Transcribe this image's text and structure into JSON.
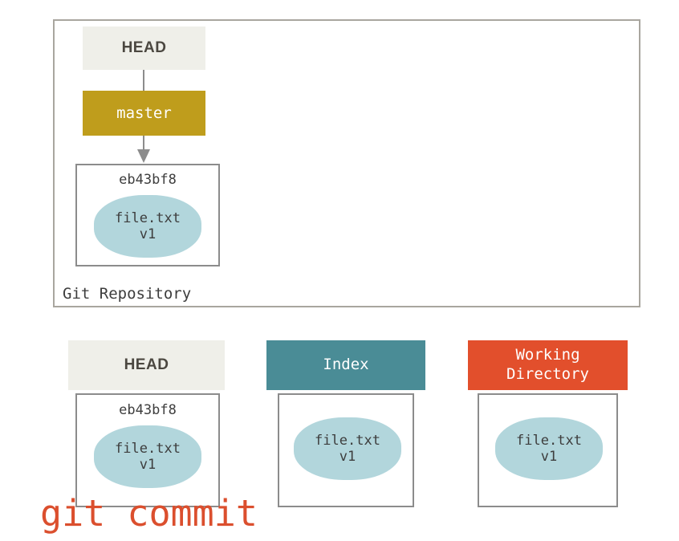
{
  "colors": {
    "frame_border": "#a9a69f",
    "box_border": "#8c8c8c",
    "head_fill": "#efefe9",
    "branch_fill": "#bf9d1c",
    "index_fill": "#4a8c96",
    "working_fill": "#e24f2c",
    "blob_fill": "#b2d6dc",
    "text_dark": "#3d3d3d",
    "caption": "#db4f2e"
  },
  "repository": {
    "label": "Git Repository",
    "head_pointer": {
      "label": "HEAD"
    },
    "branch": {
      "label": "master"
    },
    "commit": {
      "sha": "eb43bf8",
      "blob": {
        "filename": "file.txt",
        "version": "v1"
      }
    }
  },
  "areas": [
    {
      "id": "head",
      "header": "HEAD",
      "sha": "eb43bf8",
      "blob": {
        "filename": "file.txt",
        "version": "v1"
      }
    },
    {
      "id": "index",
      "header": "Index",
      "blob": {
        "filename": "file.txt",
        "version": "v1"
      }
    },
    {
      "id": "working-directory",
      "header_line1": "Working",
      "header_line2": "Directory",
      "blob": {
        "filename": "file.txt",
        "version": "v1"
      }
    }
  ],
  "caption": "git commit"
}
